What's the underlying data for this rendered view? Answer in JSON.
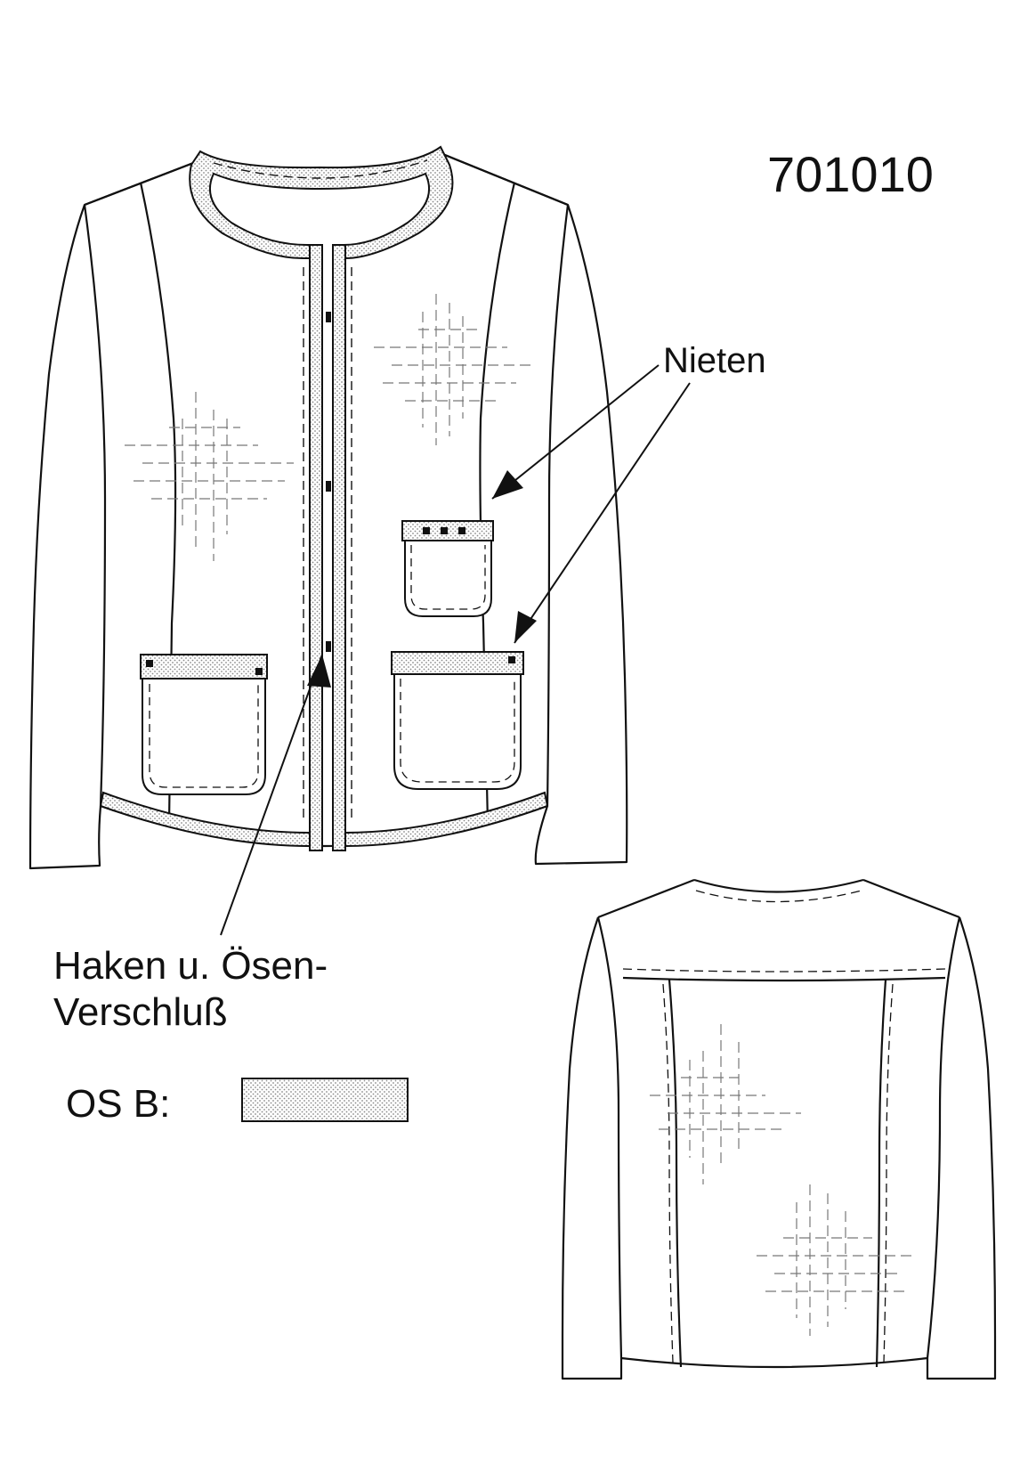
{
  "style_number": "701010",
  "callouts": {
    "rivets": "Nieten",
    "hook_and_eye_line1": "Haken u. Ösen-",
    "hook_and_eye_line2": "Verschluß"
  },
  "legend": {
    "label": "OS B:"
  },
  "colors": {
    "line": "#111111",
    "fabric": "#ffffff",
    "trim_dots": "#8a8a8a"
  }
}
